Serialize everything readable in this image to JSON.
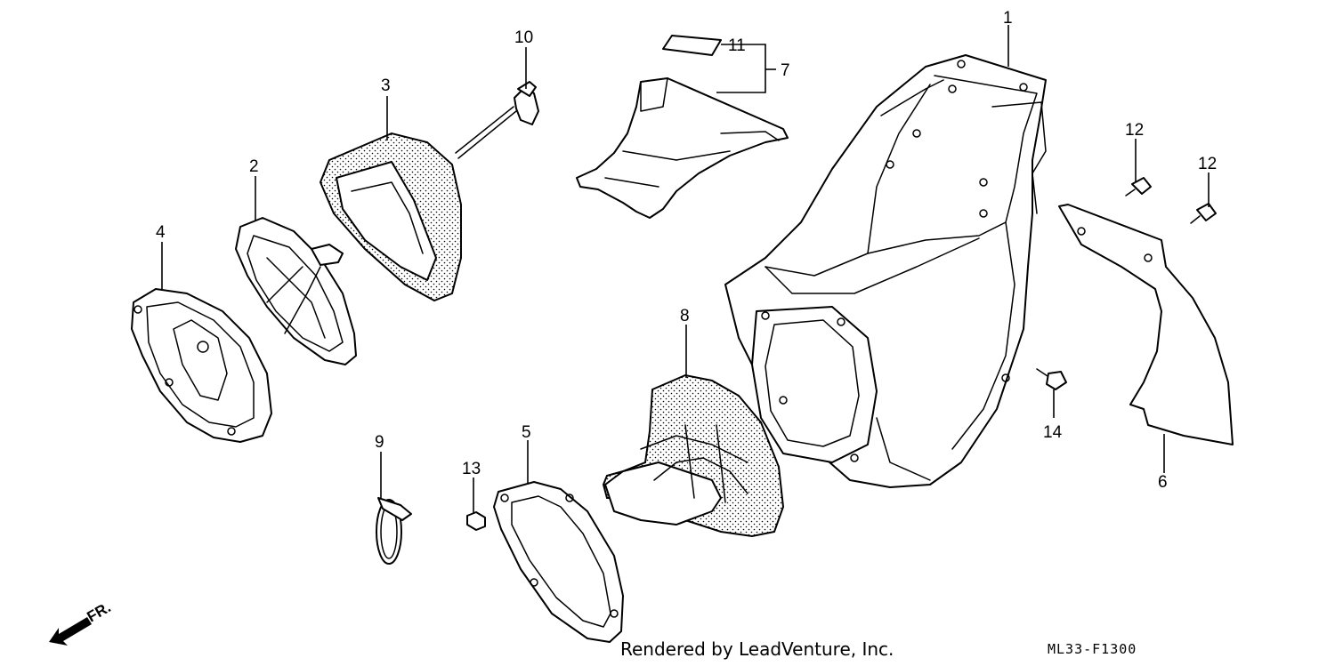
{
  "callouts": {
    "p1": "1",
    "p2": "2",
    "p3": "3",
    "p4": "4",
    "p5": "5",
    "p6": "6",
    "p7": "7",
    "p8": "8",
    "p9": "9",
    "p10": "10",
    "p11": "11",
    "p12a": "12",
    "p12b": "12",
    "p13": "13",
    "p14": "14"
  },
  "direction_arrow": {
    "label": "FR."
  },
  "footer": {
    "credit": "Rendered by LeadVenture, Inc.",
    "diagram_code": "ML33-F1300"
  },
  "colors": {
    "ink": "#000000",
    "paper": "#ffffff"
  }
}
